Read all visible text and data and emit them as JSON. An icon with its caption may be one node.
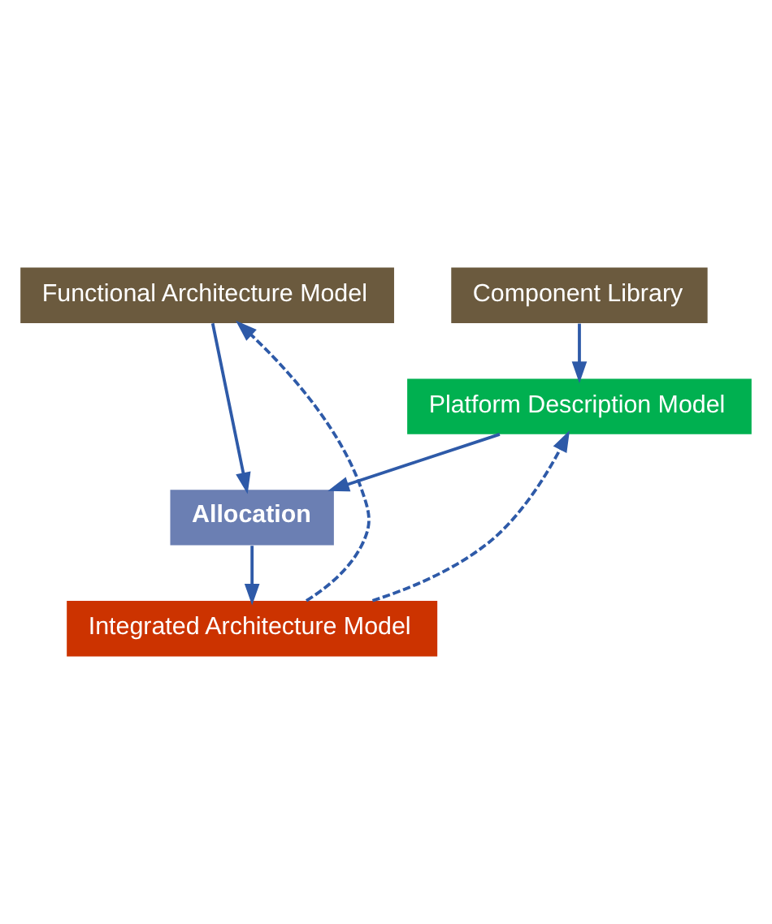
{
  "diagram": {
    "nodes": [
      {
        "text": [
          "Functional Architecture Model"
        ]
      },
      {
        "text": [
          "Component Library"
        ]
      },
      {
        "text": [
          "Platform Description Model"
        ]
      },
      {
        "text": [
          "Allocation"
        ]
      },
      {
        "text": [
          "Integrated Architecture Model"
        ]
      }
    ],
    "edges": [
      {
        "from": 1,
        "to": 2,
        "arrow": "to"
      },
      {
        "from": 0,
        "to": 3,
        "arrow": "to"
      },
      {
        "from": 2,
        "to": 3,
        "arrow": "to"
      },
      {
        "from": 3,
        "to": 4,
        "arrow": "to"
      },
      {
        "from": 4,
        "to": 0,
        "arrow": "to",
        "style": "dashed"
      },
      {
        "from": 4,
        "to": 2,
        "arrow": "to",
        "style": "dashed"
      }
    ]
  }
}
